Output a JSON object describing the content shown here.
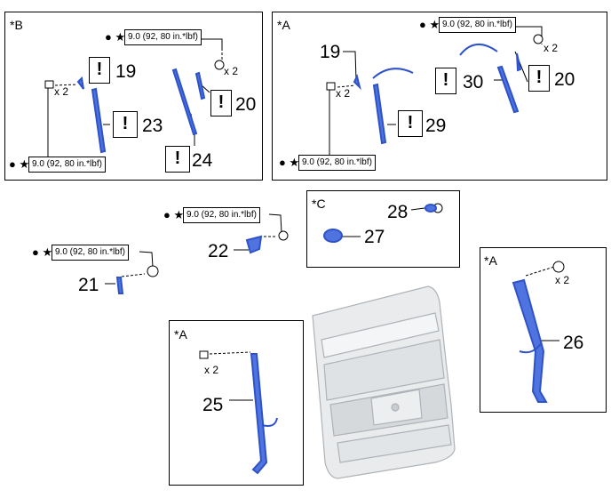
{
  "boxes": {
    "b": {
      "label": "*B"
    },
    "a_top": {
      "label": "*A"
    },
    "c": {
      "label": "*C"
    },
    "a_right": {
      "label": "*A"
    },
    "a_bottom": {
      "label": "*A"
    }
  },
  "torque": {
    "text": "9.0 (92, 80 in.*lbf)",
    "mark": "● ★"
  },
  "caution_mark": "!",
  "qty": "x 2",
  "part_numbers": {
    "p19b": "19",
    "p20b": "20",
    "p23": "23",
    "p24": "24",
    "p19a": "19",
    "p20a": "20",
    "p29": "29",
    "p30": "30",
    "p28": "28",
    "p27": "27",
    "p22": "22",
    "p21": "21",
    "p26": "26",
    "p25": "25"
  },
  "colors": {
    "part_blue": "#2e52c8",
    "part_fill": "#4f74e0",
    "outline": "#000000"
  },
  "icons": [
    "bolt-icon",
    "nut-icon",
    "caution-icon",
    "strut-icon",
    "cable-icon",
    "tailgate-icon",
    "clip-icon"
  ]
}
